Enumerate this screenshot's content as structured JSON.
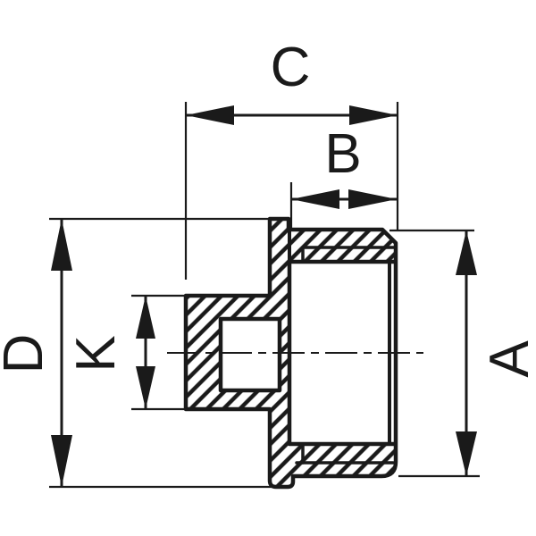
{
  "drawing": {
    "background_color": "#ffffff",
    "line_color": "#1a1a1a",
    "dimension_labels": {
      "c": "C",
      "b": "B",
      "d": "D",
      "k": "K",
      "a": "A"
    }
  }
}
